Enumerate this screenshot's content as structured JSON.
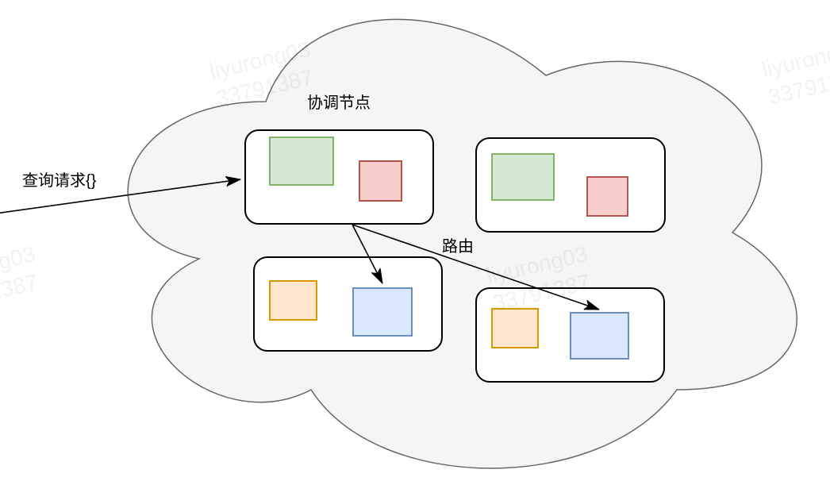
{
  "diagram": {
    "type": "cloud-cluster-routing-diagram",
    "labels": {
      "coordinator_node": "协调节点",
      "query_request": "查询请求{}",
      "route": "路由"
    },
    "watermark": {
      "line1": "liyurong03",
      "line2": "33791387"
    },
    "colors": {
      "cloud_fill": "#f5f5f5",
      "cloud_stroke": "#666666",
      "node_fill": "#ffffff",
      "node_stroke": "#000000",
      "green_fill": "#d5e8d4",
      "green_stroke": "#82b366",
      "red_fill": "#f8cecc",
      "red_stroke": "#b85450",
      "orange_fill": "#ffe6cc",
      "orange_stroke": "#d79b00",
      "blue_fill": "#dae8fc",
      "blue_stroke": "#6c8ebf",
      "arrow_color": "#000000"
    },
    "nodes": [
      {
        "id": "coordinator",
        "label": "协调节点",
        "boxes": [
          "green",
          "red"
        ]
      },
      {
        "id": "top-right",
        "label": "",
        "boxes": [
          "green",
          "red"
        ]
      },
      {
        "id": "bottom-left",
        "label": "",
        "boxes": [
          "orange",
          "blue"
        ]
      },
      {
        "id": "bottom-right",
        "label": "",
        "boxes": [
          "orange",
          "blue"
        ]
      }
    ],
    "edges": [
      {
        "from": "external-left",
        "to": "coordinator",
        "label": "查询请求{}"
      },
      {
        "from": "coordinator",
        "to": "bottom-left",
        "label": ""
      },
      {
        "from": "coordinator",
        "to": "bottom-right",
        "label": "路由"
      }
    ]
  }
}
